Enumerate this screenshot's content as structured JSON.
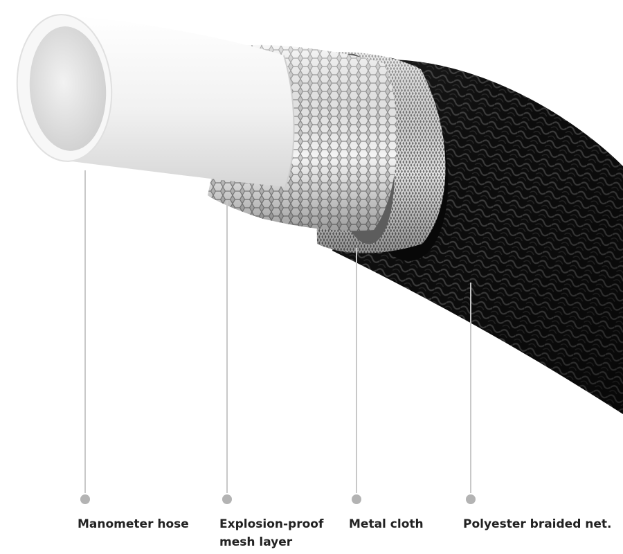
{
  "colors": {
    "background": "#ffffff",
    "leader_line": "#c8c8c8",
    "marker": "#b3b3b3",
    "label_text": "#222222",
    "hose_inner": "#e4e4e4",
    "mesh": "#bdbdbd",
    "metal_cloth": "#9a9a9a",
    "braid": "#0d0d0d"
  },
  "layers": [
    {
      "id": "manometer-hose",
      "label_lines": [
        "Manometer hose"
      ]
    },
    {
      "id": "explosion-proof-mesh",
      "label_lines": [
        "Explosion-proof",
        "mesh layer"
      ]
    },
    {
      "id": "metal-cloth",
      "label_lines": [
        "Metal cloth"
      ]
    },
    {
      "id": "polyester-braid",
      "label_lines": [
        "Polyester braided net."
      ]
    }
  ]
}
